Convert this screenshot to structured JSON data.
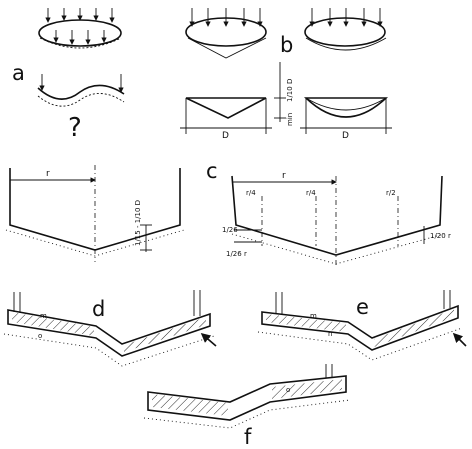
{
  "panel_labels": {
    "a": "a",
    "b": "b",
    "c": "c",
    "d": "d",
    "e": "e",
    "f": "f"
  },
  "question_mark": "?",
  "dimensions": {
    "D_left": "D",
    "D_right": "D",
    "fraction_b": "1/10 D",
    "fraction_b_min": "min",
    "r_left": "r",
    "fraction_left_profile": "1/15 - 1/10 D",
    "r_c": "r",
    "r4_a": "r/4",
    "r4_b": "r/4",
    "r2": "r/2",
    "r26": "1/26",
    "r26r": "1/26 r",
    "r20r": "1/20 r"
  },
  "layer_labels": {
    "d_m": "m",
    "d_o": "o",
    "e_m": "m",
    "e_n": "n",
    "f_o": "o"
  }
}
